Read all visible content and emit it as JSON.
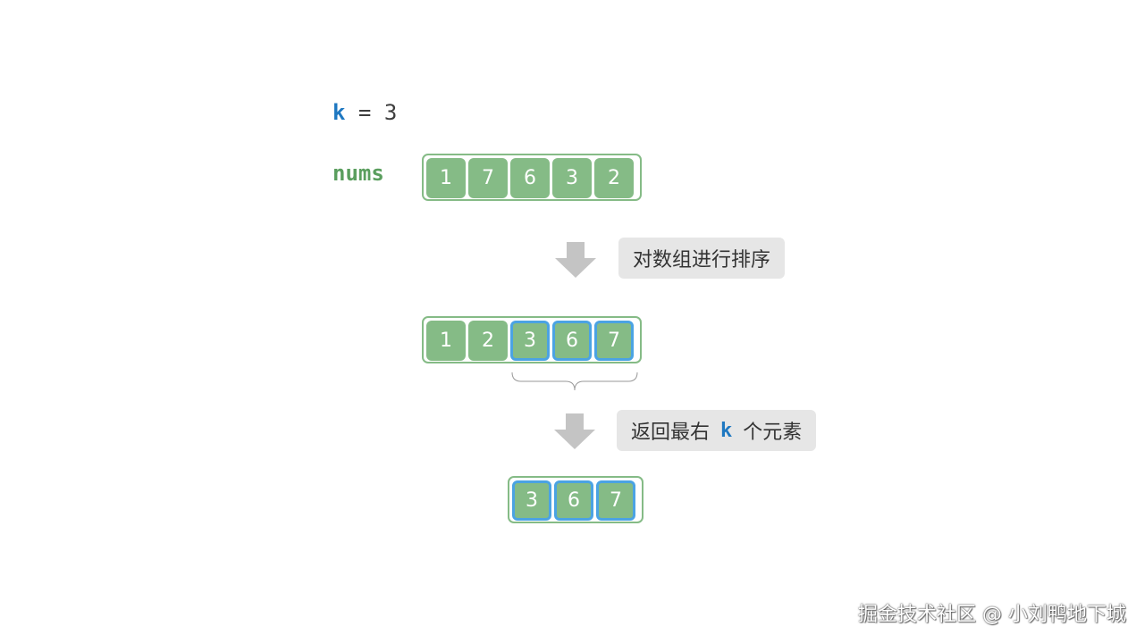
{
  "k_line": {
    "var": "k",
    "op": " = ",
    "value": "3"
  },
  "nums_label": "nums",
  "initial_array": [
    "1",
    "7",
    "6",
    "3",
    "2"
  ],
  "step1_text": "对数组进行排序",
  "sorted_array": [
    {
      "value": "1",
      "highlight": false
    },
    {
      "value": "2",
      "highlight": false
    },
    {
      "value": "3",
      "highlight": true
    },
    {
      "value": "6",
      "highlight": true
    },
    {
      "value": "7",
      "highlight": true
    }
  ],
  "step2": {
    "before": "返回最右",
    "var": "k",
    "after": "个元素"
  },
  "result_array": [
    "3",
    "6",
    "7"
  ],
  "watermark": "掘金技术社区 @ 小刘鸭地下城",
  "colors": {
    "cell_fill": "#85bb86",
    "highlight_border": "#4ba3e3",
    "variable_blue": "#1f78c1",
    "label_green": "#5a9e5e",
    "step_box_bg": "#e6e6e6",
    "arrow_gray": "#c4c4c4"
  }
}
